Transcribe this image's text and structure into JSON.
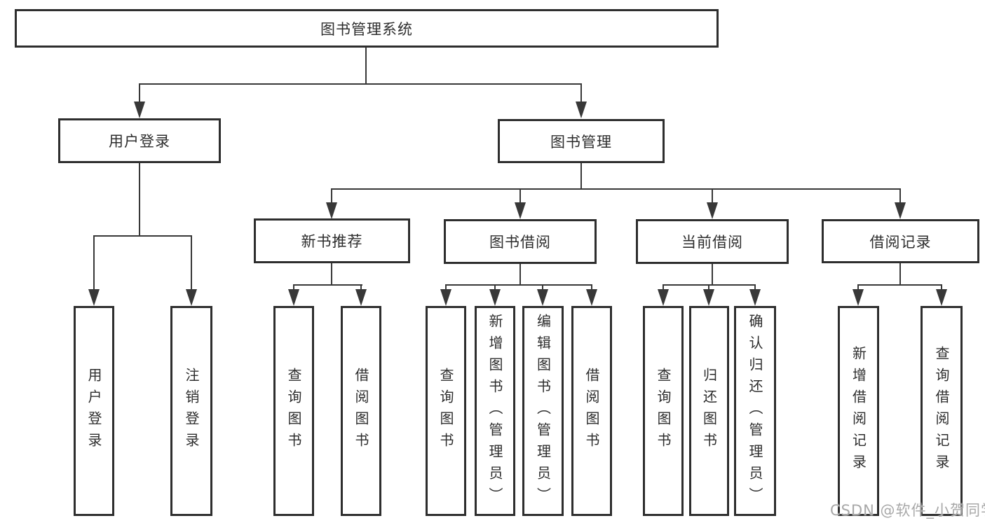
{
  "root": {
    "label": "图书管理系统"
  },
  "level2": [
    {
      "label": "用户登录"
    },
    {
      "label": "图书管理"
    }
  ],
  "level3": [
    {
      "label": "新书推荐"
    },
    {
      "label": "图书借阅"
    },
    {
      "label": "当前借阅"
    },
    {
      "label": "借阅记录"
    }
  ],
  "leaves": [
    {
      "label": "用户登录"
    },
    {
      "label": "注销登录"
    },
    {
      "label": "查询图书"
    },
    {
      "label": "借阅图书"
    },
    {
      "label": "查询图书"
    },
    {
      "label": "新增图书（管理员）"
    },
    {
      "label": "编辑图书（管理员）"
    },
    {
      "label": "借阅图书"
    },
    {
      "label": "查询图书"
    },
    {
      "label": "归还图书"
    },
    {
      "label": "确认归还（管理员）"
    },
    {
      "label": "新增借阅记录"
    },
    {
      "label": "查询借阅记录"
    }
  ],
  "watermark": "CSDN @软件_小贺同学",
  "colors": {
    "line": "#383838",
    "box_border": "#2e2e2e",
    "box_fill": "#ffffff",
    "text": "#2d2d2d",
    "watermark": "#a8a8a8"
  }
}
